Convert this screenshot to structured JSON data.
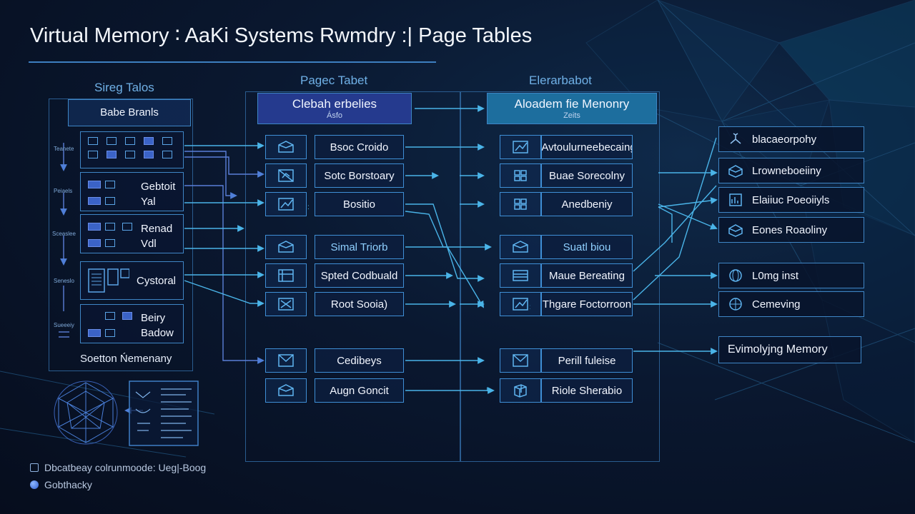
{
  "title": "Virtual Memory ∶ AaKi  Systems Rwmdry :| Page Tables",
  "columns": {
    "left": "Sireg Talos",
    "middle": "Pagec Tabet",
    "right": "Elerarbabot"
  },
  "left_panel": {
    "header": "Babe Branls",
    "groups": [
      {
        "label1": "",
        "label2": ""
      },
      {
        "label1": "Gebtoit",
        "label2": "Yal"
      },
      {
        "label1": "Renad",
        "label2": "Vdl"
      },
      {
        "label1": "Cystoral",
        "label2": ""
      },
      {
        "label1": "Beiry",
        "label2": "Badow"
      }
    ],
    "side_labels": [
      "Teanete",
      "Peiaels",
      "Sceaslee",
      "Seneslo",
      "Sueeeiy"
    ],
    "footer": "Soetton Ńemenany"
  },
  "middle_panel": {
    "header_main": "Clebah erbelies",
    "header_sub": "Ásfo",
    "rows": [
      "Bsoc Croido",
      "Sotc Borstoary",
      "Bositio",
      "Simal Triorb",
      "Spted Codbuald",
      "Root Sooia)",
      "Cedibeys",
      "Augn Goncit"
    ]
  },
  "right_panel": {
    "header_main": "Aloadem fie Menonry",
    "header_sub": "Zeits",
    "rows": [
      "(Avtoulurneebecaing",
      "Buae Sorecolny",
      "Anedbeniy",
      "Suatl biou",
      "Maue Bereating",
      "Thgare Foctorroon",
      "Perill fuleise",
      "Riole Sherabio"
    ]
  },
  "outputs": [
    {
      "label": "blacaeorpohy",
      "icon": "fan-icon"
    },
    {
      "label": "Lrowneboeiiny",
      "icon": "cube-icon"
    },
    {
      "label": "Elaiiuc Poeoiiyls",
      "icon": "chart-icon"
    },
    {
      "label": "Eones Roaoliny",
      "icon": "cube-icon"
    },
    {
      "label": "L0mg inst",
      "icon": "globe-icon"
    },
    {
      "label": "Cemeving",
      "icon": "globe-icon"
    },
    {
      "label": "Evimolyjng Memory",
      "icon": ""
    }
  ],
  "legend": [
    {
      "label": "Dbcatbeay colrunmoode: Ueg|-Boog",
      "icon": "square-icon"
    },
    {
      "label": "Gobthacky",
      "icon": "circle-icon"
    }
  ],
  "colors": {
    "accent": "#3f8fd6",
    "cyan": "#35b4e6",
    "header_mid": "#253a8e",
    "header_right": "#1d6e9e"
  }
}
